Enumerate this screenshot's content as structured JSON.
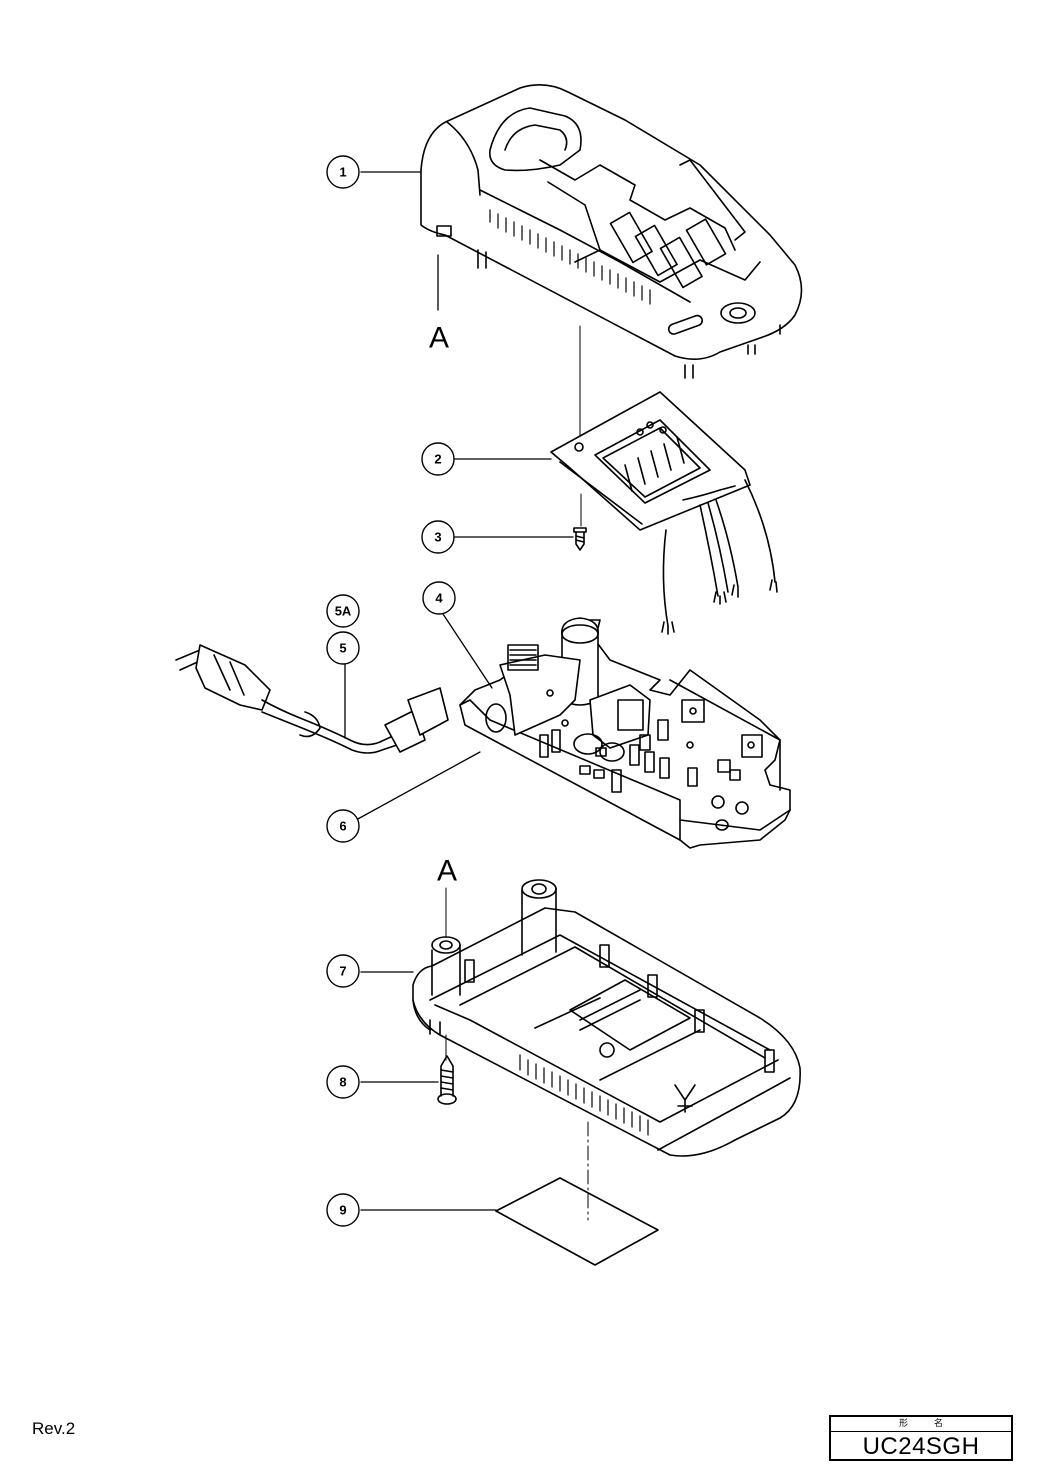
{
  "callouts": [
    {
      "label": "1"
    },
    {
      "label": "2"
    },
    {
      "label": "3"
    },
    {
      "label": "4"
    },
    {
      "label": "5A"
    },
    {
      "label": "5"
    },
    {
      "label": "6"
    },
    {
      "label": "7"
    },
    {
      "label": "8"
    },
    {
      "label": "9"
    }
  ],
  "reference_marks": [
    "A",
    "A"
  ],
  "revision": "Rev.2",
  "model_box": {
    "header_chars": [
      "形",
      "名"
    ],
    "model_number": "UC24SGH"
  }
}
